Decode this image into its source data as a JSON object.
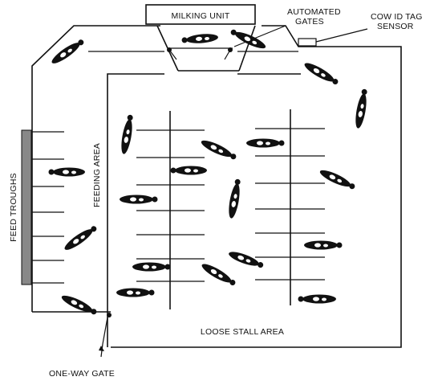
{
  "labels": {
    "milking_unit": "MILKING UNIT",
    "automated_gates_line1": "AUTOMATED",
    "automated_gates_line2": "GATES",
    "cow_id_line1": "COW ID TAG",
    "cow_id_line2": "SENSOR",
    "feed_troughs": "FEED TROUGHS",
    "feeding_area": "FEEDING AREA",
    "loose_stall_area": "LOOSE STALL AREA",
    "one_way_gate": "ONE-WAY GATE"
  },
  "colors": {
    "ink": "#111111",
    "trough_fill": "#888888",
    "background": "#ffffff"
  },
  "icons": {
    "cow": "cow-topview-icon",
    "gate": "gate-pivot-icon"
  }
}
